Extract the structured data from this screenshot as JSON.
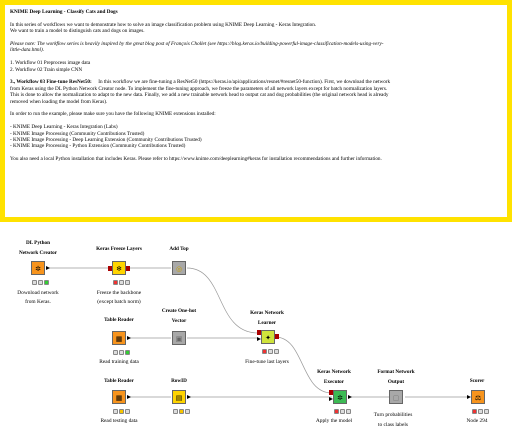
{
  "annotation": {
    "title": "KNIME Deep Learning - Classify Cats and Dogs",
    "intro1": "In this series of workflows we want to demonstrate how to solve an image classification problem using KNIME Deep Learning - Keras Integration.",
    "intro2": "We want to train a model to distinguish cats and dogs on images.",
    "note": "Please note: The workflow series is heavily inspired by the great blog post of François Chollet (see https://blog.keras.io/building-powerful-image-classification-models-using-very-little-data.html).",
    "wf1": "1. Workflow 01 Preprocess image data",
    "wf2": "2. Workflow 02 Train simple CNN",
    "wf3_title": "3., Workflow 03 Fine-tune ResNet50:",
    "wf3_body": "In this workflow we are fine-tuning a ResNet50 (https://keras.io/api/applications/resnet/#resnet50-function). First, we download the network from Keras using the DL Python Network Creator node. To implement the fine-tuning approach, we freeze the parameters of all network layers except for batch normalization layers. This is done to allow the normalization to adapt to the new data. Finally, we add a new trainable network head to output cat and dog probabilities (the original network head is already removed when loading the model from Keras).",
    "ext_intro": "In order to run the example, please make sure you have the following KNIME extensions installed:",
    "ext1": "- KNIME Deep Learning - Keras Integration (Labs)",
    "ext2": "- KNIME Image Processing (Community Contributions Trusted)",
    "ext3": "- KNIME Image Processing - Deep Learning Extension (Community Contributions Trusted)",
    "ext4": "- KNIME Image Processing - Python Extension (Community Contributions Trusted)",
    "python_note": "You also need a local Python installation that includes Keras. Please refer to https://www.knime.com/deeplearning#keras for installation recommendations and further information."
  },
  "nodes": {
    "dl_python": {
      "title1": "DL Python",
      "title2": "Network Creator",
      "desc1": "Download network",
      "desc2": "from Keras.",
      "color": "#f7941d",
      "icon": "python-network-icon"
    },
    "freeze": {
      "title": "Keras Freeze Layers",
      "desc1": "Freeze the backbone",
      "desc2": "(except batch norm)",
      "color": "#ffd400",
      "icon": "freeze-icon"
    },
    "add_top": {
      "title": "Add Top",
      "color": "#a8a8a8",
      "icon": "metanode-icon"
    },
    "table_reader1": {
      "title": "Table Reader",
      "desc": "Read    training data",
      "color": "#f7941d",
      "icon": "table-icon"
    },
    "one_hot": {
      "title1": "Create One-hot",
      "title2": "Vector",
      "color": "#a8a8a8",
      "icon": "metanode-icon"
    },
    "learner": {
      "title1": "Keras Network",
      "title2": "Learner",
      "desc": "Fine-tune last layers",
      "color": "#cfe33b",
      "icon": "learner-icon"
    },
    "table_reader2": {
      "title": "Table Reader",
      "desc": "Read testing data",
      "color": "#f7941d",
      "icon": "table-icon"
    },
    "rowid": {
      "title": "RowID",
      "color": "#ffd400",
      "icon": "rowid-icon"
    },
    "executor": {
      "title1": "Keras Network",
      "title2": "Executor",
      "desc": "Apply the model",
      "color": "#3cba54",
      "icon": "executor-icon"
    },
    "format_output": {
      "title1": "Format Network",
      "title2": "Output",
      "desc1": "Turn probabilities",
      "desc2": "to class labels",
      "color": "#a8a8a8",
      "icon": "metanode-icon"
    },
    "scorer": {
      "title": "Scorer",
      "desc": "Node 294",
      "color": "#f7941d",
      "icon": "scorer-icon"
    }
  }
}
